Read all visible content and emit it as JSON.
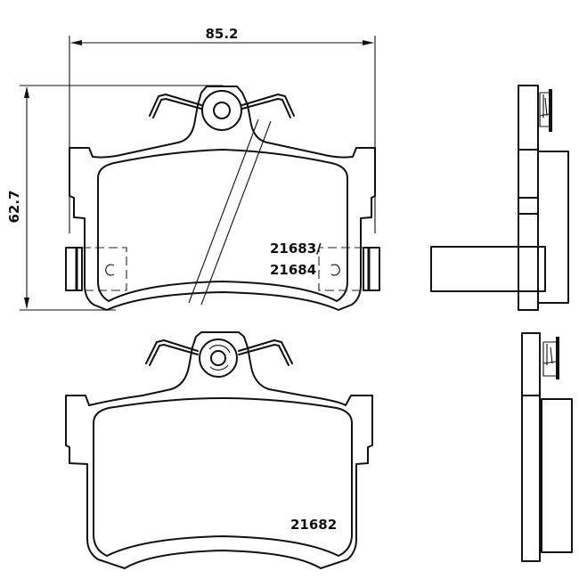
{
  "drawing": {
    "dimensions": {
      "width_label": "85.2",
      "height_label": "62.7"
    },
    "parts": {
      "top_pad_label_line1": "21683/",
      "top_pad_label_line2": "21684",
      "bottom_pad_label": "21682"
    },
    "colors": {
      "line": "#111111",
      "background": "#ffffff"
    }
  }
}
